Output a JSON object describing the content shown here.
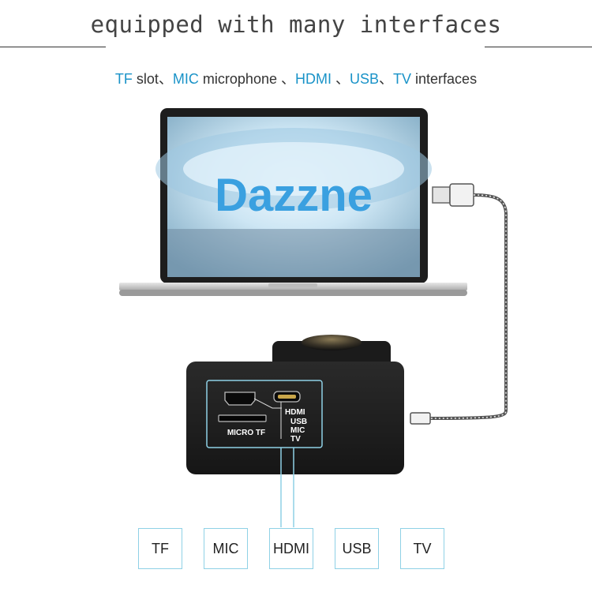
{
  "headline": "equipped with many interfaces",
  "subline": [
    {
      "text": "TF",
      "accent": true
    },
    {
      "text": " slot、",
      "accent": false
    },
    {
      "text": "MIC",
      "accent": true
    },
    {
      "text": " microphone 、",
      "accent": false
    },
    {
      "text": "HDMI",
      "accent": true
    },
    {
      "text": " 、",
      "accent": false
    },
    {
      "text": "USB",
      "accent": true
    },
    {
      "text": "、",
      "accent": false
    },
    {
      "text": "TV",
      "accent": true
    },
    {
      "text": " interfaces",
      "accent": false
    }
  ],
  "screen_brand": "Dazzne",
  "camera_panel": {
    "labels": [
      "HDMI",
      "USB",
      "MIC",
      "TV"
    ],
    "slot_label": "MICRO TF"
  },
  "interface_boxes": [
    "TF",
    "MIC",
    "HDMI",
    "USB",
    "TV"
  ],
  "colors": {
    "accent": "#1a93c8",
    "box_border": "#8fd1e6",
    "brand": "#3aa0e0"
  }
}
